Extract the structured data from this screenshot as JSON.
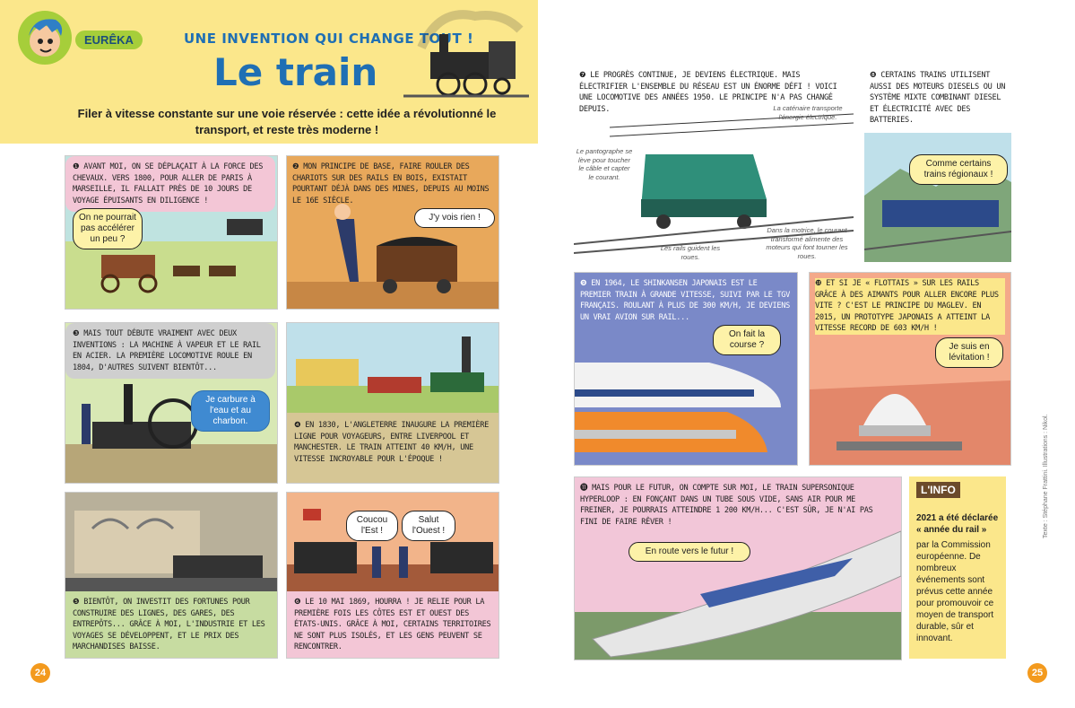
{
  "header": {
    "badge": "EURÊKA",
    "kicker": "UNE INVENTION QUI CHANGE TOUT !",
    "title": "Le train",
    "subtitle": "Filer à vitesse constante sur une voie réservée : cette idée a révolutionné le transport, et reste très moderne !"
  },
  "panels": {
    "p1": {
      "text": "❶ Avant moi, on se déplaçait à la force des chevaux. Vers 1800, pour aller de Paris à Marseille, il fallait près de 10 jours de voyage épuisants en diligence !",
      "bubble": "On ne pourrait pas accélérer un peu ?"
    },
    "p2": {
      "text": "❷ Mon principe de base, faire rouler des chariots sur des rails en bois, existait pourtant déjà dans des mines, depuis au moins le 16e siècle.",
      "bubble": "J'y vois rien !"
    },
    "p3": {
      "text": "❸ Mais tout débute vraiment avec deux inventions : la machine à vapeur et le rail en acier. La première locomotive roule en 1804, d'autres suivent bientôt...",
      "bubble": "Je carbure à l'eau et au charbon."
    },
    "p4": {
      "text": "❹ En 1830, l'Angleterre inaugure la première ligne pour voyageurs, entre Liverpool et Manchester. Le train atteint 40 km/h, une vitesse incroyable pour l'époque !"
    },
    "p5": {
      "text": "❺ Bientôt, on investit des fortunes pour construire des lignes, des gares, des entrepôts... Grâce à moi, l'industrie et les voyages se développent, et le prix des marchandises baisse."
    },
    "p6": {
      "text": "❻ Le 10 mai 1869, hourra ! Je relie pour la première fois les côtes est et ouest des États-Unis. Grâce à moi, certains territoires ne sont plus isolés, et les gens peuvent se rencontrer.",
      "bubble1": "Coucou l'Est !",
      "bubble2": "Salut l'Ouest !"
    },
    "p7": {
      "text": "❼ Le progrès continue, je deviens électrique. Mais électrifier l'ensemble du réseau est un énorme défi ! Voici une locomotive des années 1950. Le principe n'a pas changé depuis.",
      "note1": "Le pantographe se lève pour toucher le câble et capter le courant.",
      "note2": "La caténaire transporte l'énergie électrique.",
      "note3": "Les rails guident les roues.",
      "note4": "Dans la motrice, le courant transformé alimente des moteurs qui font tourner les roues."
    },
    "p8": {
      "text": "❽ Certains trains utilisent aussi des moteurs diesels ou un système mixte combinant diesel et électricité avec des batteries.",
      "bubble": "Comme certains trains régionaux !"
    },
    "p9": {
      "text": "❾ En 1964, le Shinkansen japonais est le premier train à grande vitesse, suivi par le TGV français. Roulant à plus de 300 km/h, je deviens un vrai avion sur rail...",
      "bubble": "On fait la course ?"
    },
    "p10": {
      "text": "❿ Et si je « flottais » sur les rails grâce à des aimants pour aller encore plus vite ? C'est le principe du Maglev. En 2015, un prototype japonais a atteint la vitesse record de 603 km/h !",
      "bubble": "Je suis en lévitation !"
    },
    "p11": {
      "text": "⓫ Mais pour le futur, on compte sur moi, le train supersonique Hyperloop : en fonçant dans un tube sous vide, sans air pour me freiner, je pourrais atteindre 1 200 km/h... C'est sûr, je n'ai pas fini de faire rêver !",
      "bubble": "En route vers le futur !"
    }
  },
  "info": {
    "tag": "L'INFO",
    "bold": "2021 a été déclarée « année du rail »",
    "text": "par la Commission européenne. De nombreux événements sont prévus cette année pour promouvoir ce moyen de transport durable, sûr et innovant."
  },
  "credit": "Texte : Stéphane Frattini. Illustrations : Nikol.",
  "pages": {
    "left": "24",
    "right": "25"
  }
}
